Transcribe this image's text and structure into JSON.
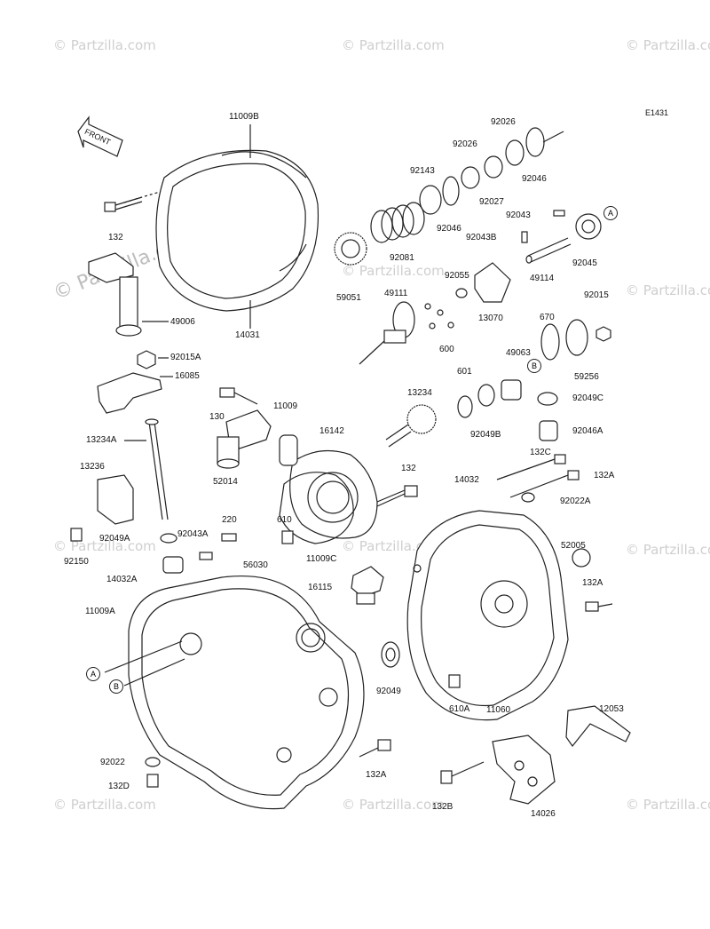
{
  "diagram_code": "E1431",
  "front_label": "FRONT",
  "watermark": "© Partzilla.com",
  "ref_markers": [
    "A",
    "B"
  ],
  "parts": {
    "p11009B": "11009B",
    "p132_top": "132",
    "p14031": "14031",
    "p49006": "49006",
    "p92015A": "92015A",
    "p16085": "16085",
    "p130": "130",
    "p11009": "11009",
    "p52014": "52014",
    "p16142": "16142",
    "p13234A": "13234A",
    "p13236": "13236",
    "p220": "220",
    "p92049A": "92049A",
    "p92043A": "92043A",
    "p92150": "92150",
    "p610": "610",
    "p11009C": "11009C",
    "p56030": "56030",
    "p16115": "16115",
    "p14032A": "14032A",
    "p11009A": "11009A",
    "p92049": "92049",
    "p92022": "92022",
    "p132D": "132D",
    "p132A_bottom": "132A",
    "p132B": "132B",
    "p14026": "14026",
    "p12053": "12053",
    "p11060": "11060",
    "p610A": "610A",
    "p52005": "52005",
    "p132A_right": "132A",
    "p14032": "14032",
    "p132_mid": "132",
    "p132C": "132C",
    "p132A_mid": "132A",
    "p92022A": "92022A",
    "p92046A": "92046A",
    "p92049C": "92049C",
    "p59256": "59256",
    "p92015": "92015",
    "p670": "670",
    "p49063": "49063",
    "p601": "601",
    "p92049B": "92049B",
    "p13234": "13234",
    "p600": "600",
    "p13070": "13070",
    "p49111": "49111",
    "p92055": "92055",
    "p59051": "59051",
    "p92081": "92081",
    "p92143": "92143",
    "p92046_a": "92046",
    "p92026_a": "92026",
    "p92027": "92027",
    "p92026_b": "92026",
    "p92046_b": "92046",
    "p92043": "92043",
    "p92043B": "92043B",
    "p49114": "49114",
    "p92045": "92045"
  }
}
